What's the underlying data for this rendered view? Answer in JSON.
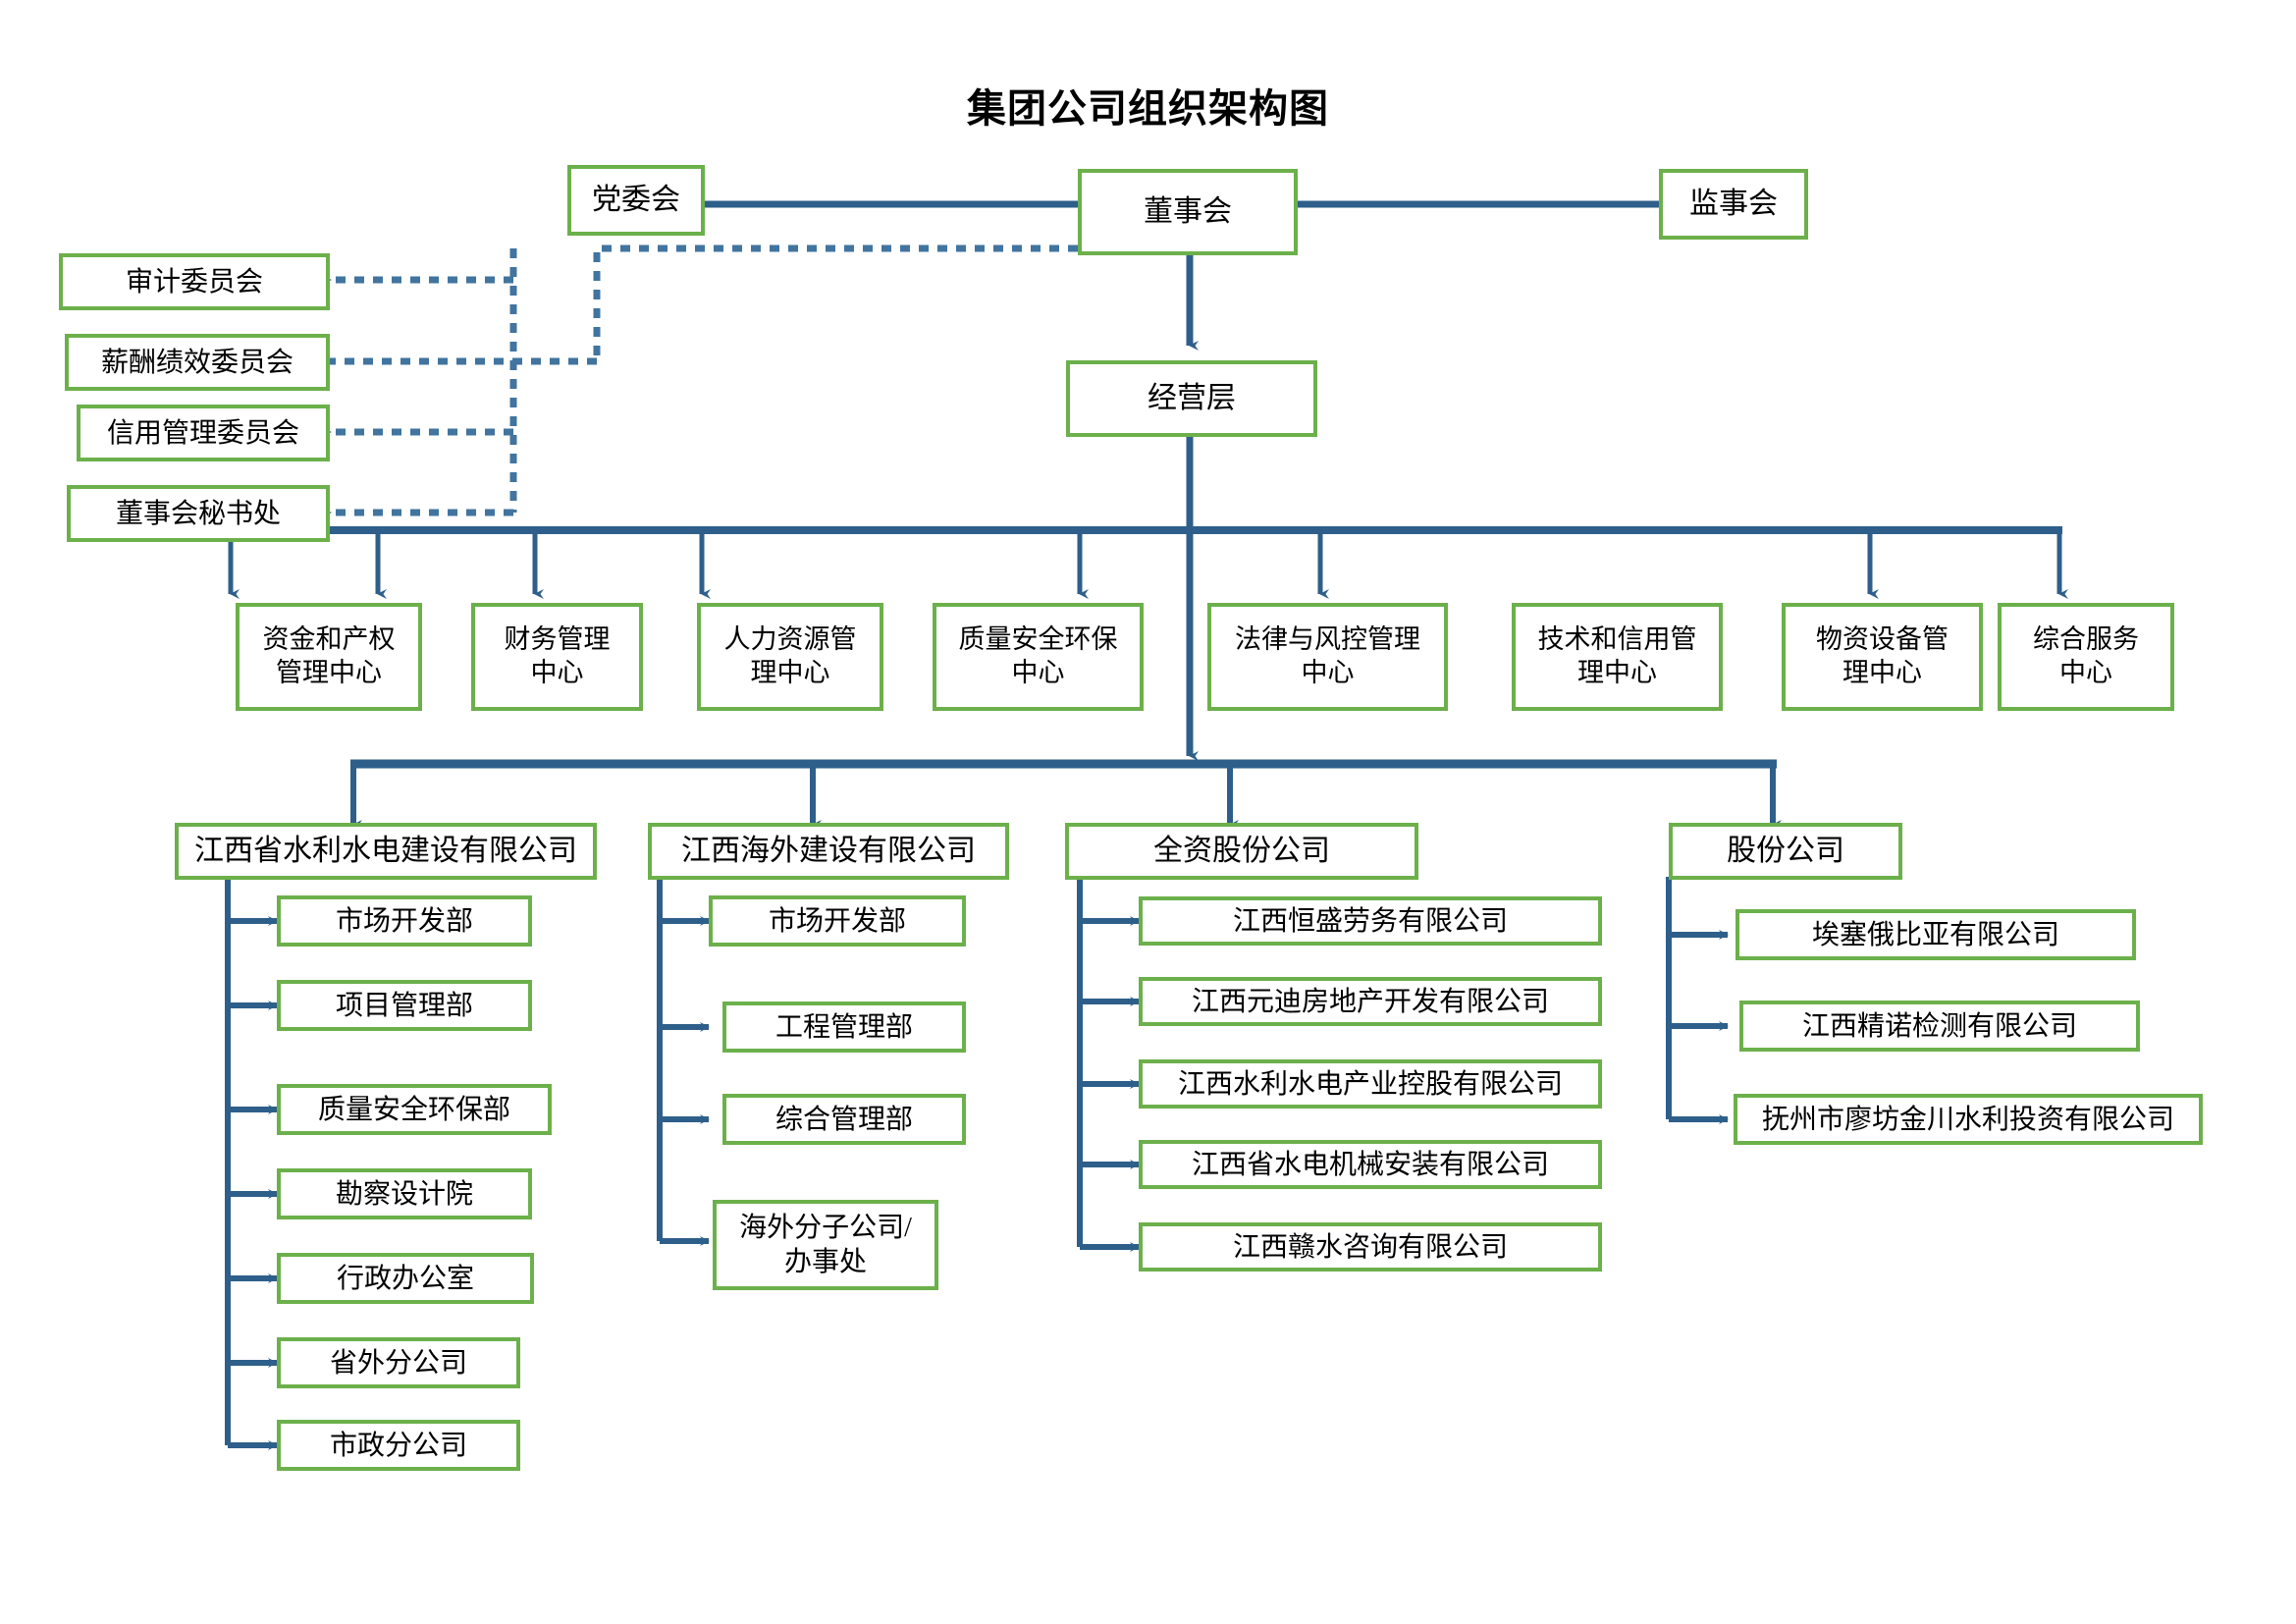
{
  "title": "集团公司组织架构图",
  "colors": {
    "box_border_green": "#6cb04b",
    "connector_blue": "#2e5f8a",
    "dotted_blue": "#4a7fb0",
    "background": "#ffffff",
    "text": "#000000"
  },
  "top": {
    "party_committee": "党委会",
    "board_of_directors": "董事会",
    "board_of_supervisors": "监事会",
    "management_layer": "经营层"
  },
  "committees": [
    {
      "label": "审计委员会"
    },
    {
      "label": "薪酬绩效委员会"
    },
    {
      "label": "信用管理委员会"
    },
    {
      "label": "董事会秘书处"
    }
  ],
  "centers": [
    {
      "label": "资金和产权\n管理中心"
    },
    {
      "label": "财务管理\n中心"
    },
    {
      "label": "人力资源管\n理中心"
    },
    {
      "label": "质量安全环保\n中心"
    },
    {
      "label": "法律与风控管理\n中心"
    },
    {
      "label": "技术和信用管\n理中心"
    },
    {
      "label": "物资设备管\n理中心"
    },
    {
      "label": "综合服务\n中心"
    }
  ],
  "subsidiary_groups": [
    {
      "header": "江西省水利水电建设有限公司",
      "children": [
        {
          "label": "市场开发部"
        },
        {
          "label": "项目管理部"
        },
        {
          "label": "质量安全环保部"
        },
        {
          "label": "勘察设计院"
        },
        {
          "label": "行政办公室"
        },
        {
          "label": "省外分公司"
        },
        {
          "label": "市政分公司"
        }
      ]
    },
    {
      "header": "江西海外建设有限公司",
      "children": [
        {
          "label": "市场开发部"
        },
        {
          "label": "工程管理部"
        },
        {
          "label": "综合管理部"
        },
        {
          "label": "海外分子公司/\n办事处"
        }
      ]
    },
    {
      "header": "全资股份公司",
      "children": [
        {
          "label": "江西恒盛劳务有限公司"
        },
        {
          "label": "江西元迪房地产开发有限公司"
        },
        {
          "label": "江西水利水电产业控股有限公司"
        },
        {
          "label": "江西省水电机械安装有限公司"
        },
        {
          "label": "江西赣水咨询有限公司"
        }
      ]
    },
    {
      "header": "股份公司",
      "children": [
        {
          "label": "埃塞俄比亚有限公司"
        },
        {
          "label": "江西精诺检测有限公司"
        },
        {
          "label": "抚州市廖坊金川水利投资有限公司"
        }
      ]
    }
  ]
}
